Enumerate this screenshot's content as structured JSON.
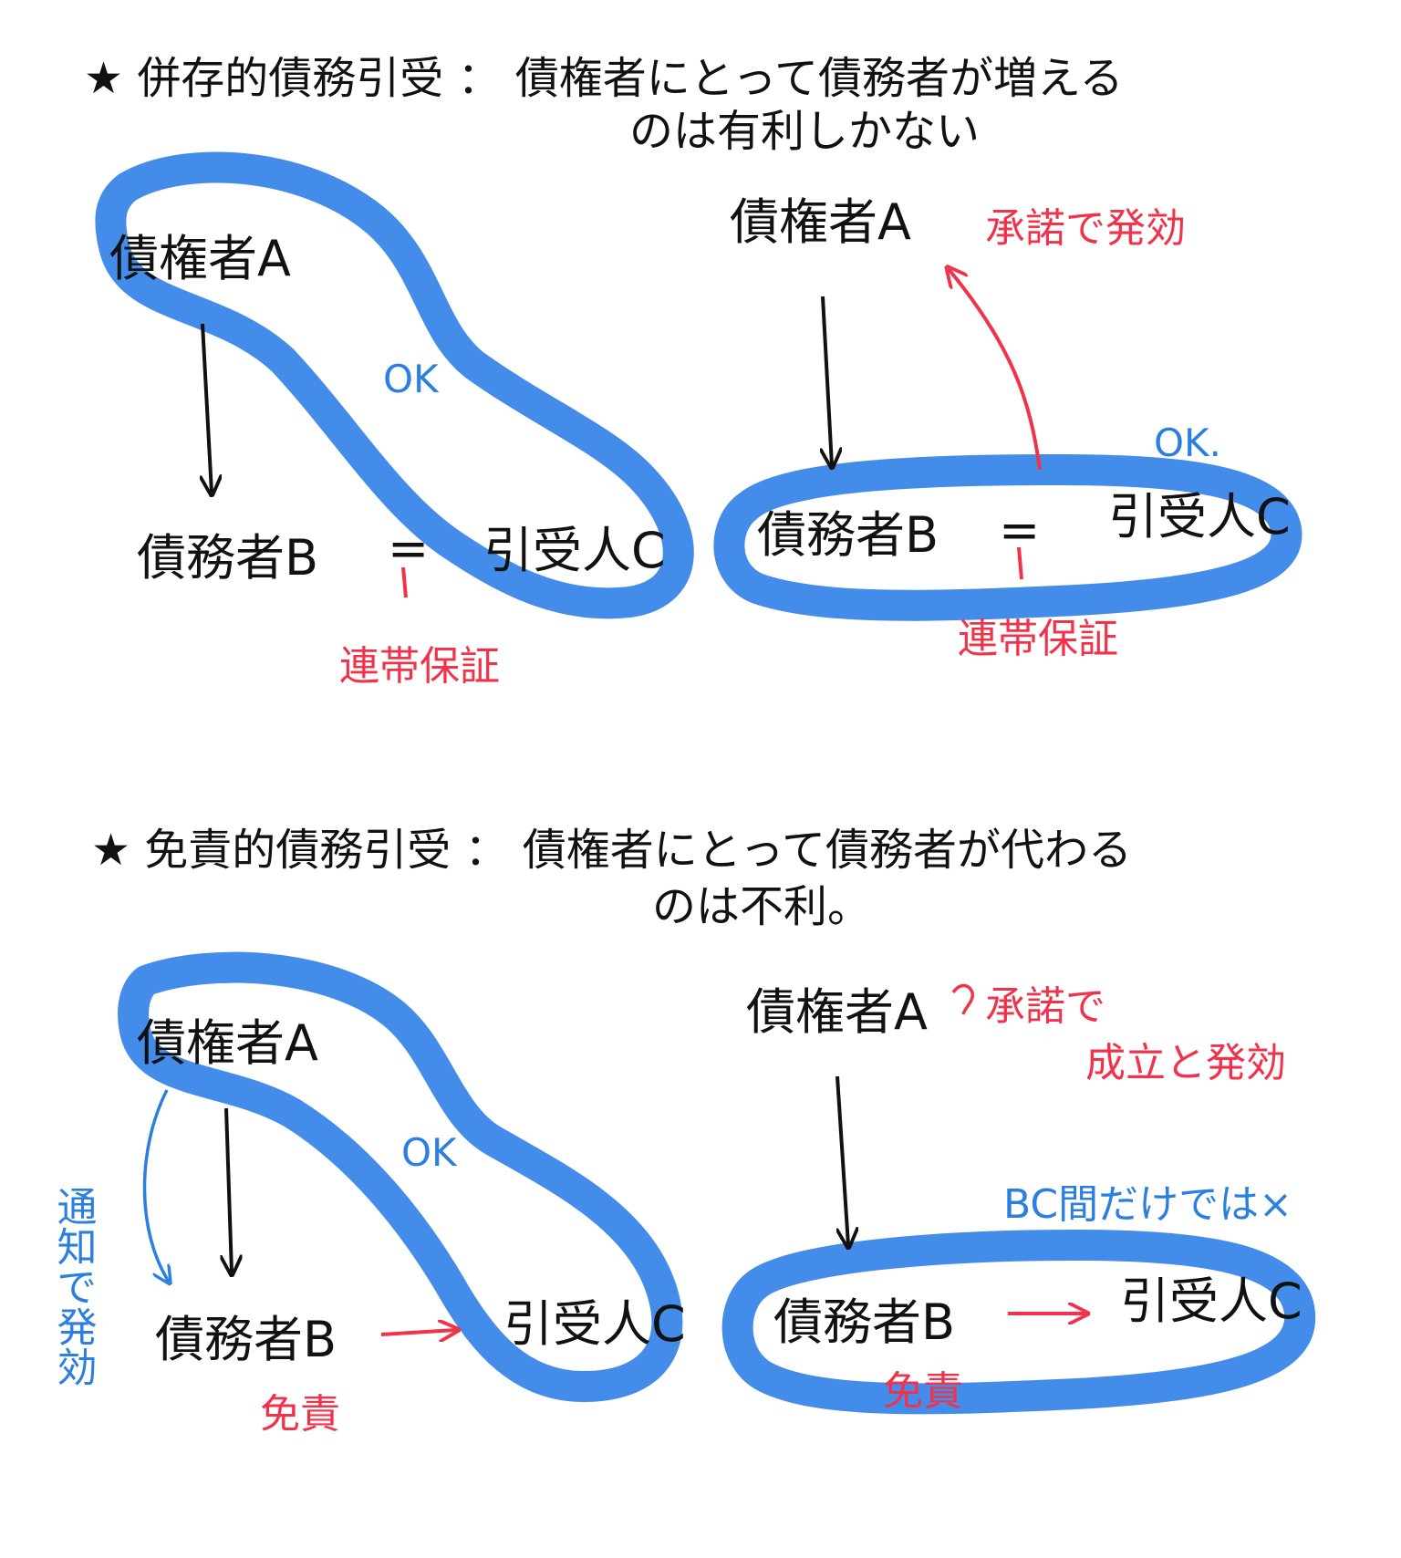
{
  "section1": {
    "title_line1": "★ 併存的債務引受 ： 債権者にとって債務者が増える",
    "title_line2": "のは有利しかない",
    "left": {
      "creditor": "債権者A",
      "debtor": "債務者B",
      "equals": "=",
      "acceptor": "引受人C",
      "relation_label": "連帯保証",
      "ok_label": "OK"
    },
    "right": {
      "creditor": "債権者A",
      "debtor": "債務者B",
      "equals": "=",
      "acceptor": "引受人C",
      "relation_label": "連帯保証",
      "ok_label": "OK.",
      "consent_label": "承諾で発効"
    }
  },
  "section2": {
    "title_line1": "★ 免責的債務引受 ： 債権者にとって債務者が代わる",
    "title_line2": "のは不利。",
    "left": {
      "creditor": "債権者A",
      "debtor": "債務者B",
      "acceptor": "引受人C",
      "exempt_label": "免責",
      "ok_label": "OK",
      "notice_label": "通知で発効"
    },
    "right": {
      "creditor": "債権者A",
      "debtor": "債務者B",
      "acceptor": "引受人C",
      "exempt_label": "免責",
      "consent_line1": "承諾で",
      "consent_line2": "成立と発効",
      "bc_note": "BC間だけでは×"
    }
  },
  "colors": {
    "ink": "#111111",
    "red": "#f0334a",
    "blue": "#2a7fe0",
    "loop": "#3a86e8"
  }
}
